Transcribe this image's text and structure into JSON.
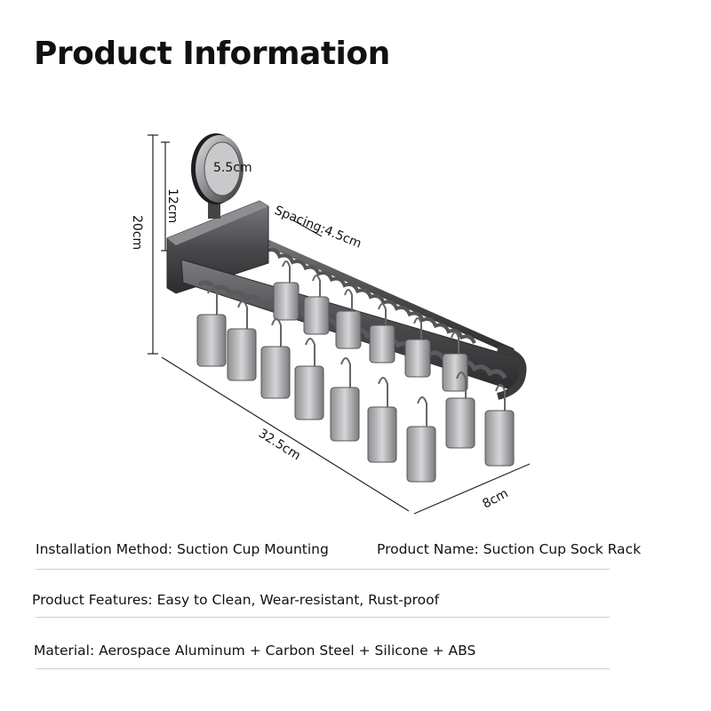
{
  "title": "Product Information",
  "dimensions": {
    "suction_diameter": "5.5cm",
    "upper_height": "12cm",
    "total_height": "20cm",
    "spacing": "Spacing:4.5cm",
    "length": "32.5cm",
    "width": "8cm"
  },
  "info": {
    "installation": "Installation Method: Suction Cup Mounting",
    "product_name": "Product Name: Suction Cup Sock Rack",
    "features": "Product Features: Easy to Clean, Wear-resistant, Rust-proof",
    "material": "Material: Aerospace Aluminum + Carbon Steel + Silicone + ABS"
  },
  "colors": {
    "metal_dark": "#3a3a3c",
    "metal_mid": "#6b6b6e",
    "clip_light": "#b9b9bc",
    "rule": "#cfcfcf"
  }
}
